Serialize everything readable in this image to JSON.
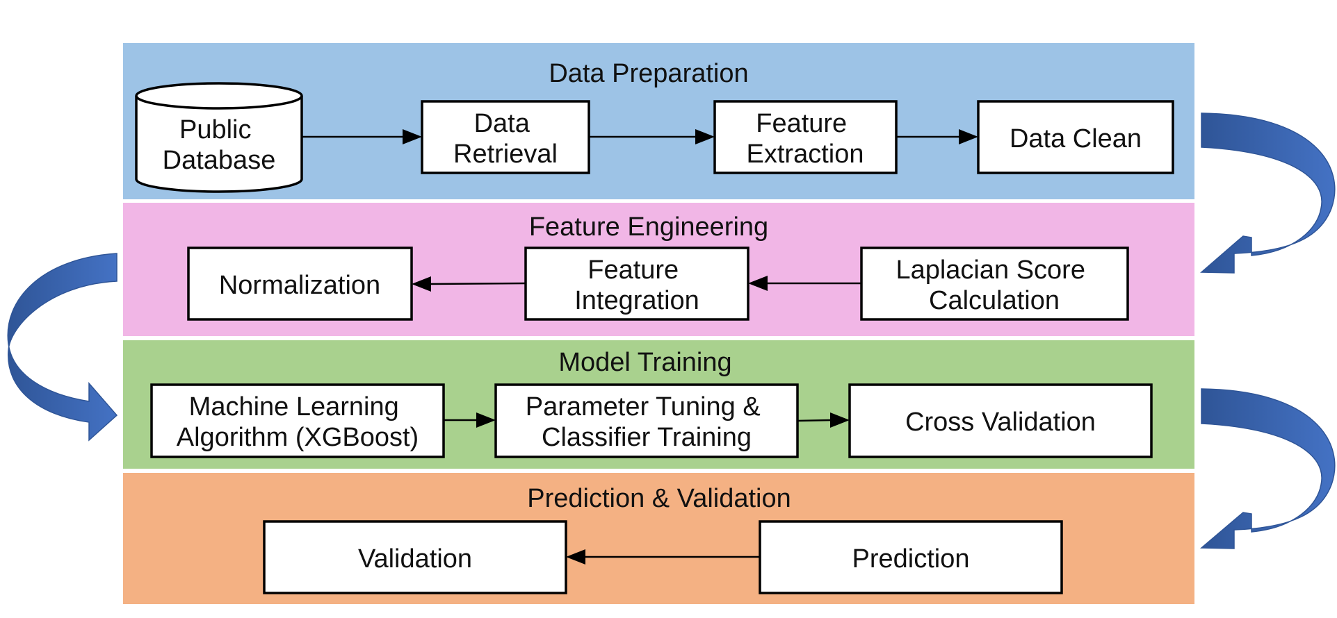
{
  "colors": {
    "data_preparation": "#9dc3e6",
    "feature_engineering": "#f1b6e6",
    "model_training": "#a9d18e",
    "prediction_validation": "#f4b183",
    "flow_arrow": "#4472c4",
    "flow_arrow_dark": "#2f5597"
  },
  "bands": [
    {
      "title": "Data Preparation",
      "steps": [
        [
          "Public",
          "Database"
        ],
        [
          "Data",
          "Retrieval"
        ],
        [
          "Feature",
          "Extraction"
        ],
        [
          "Data Clean"
        ]
      ]
    },
    {
      "title": "Feature Engineering",
      "steps": [
        [
          "Normalization"
        ],
        [
          "Feature",
          "Integration"
        ],
        [
          "Laplacian Score",
          "Calculation"
        ]
      ]
    },
    {
      "title": "Model Training",
      "steps": [
        [
          "Machine Learning",
          "Algorithm (XGBoost)"
        ],
        [
          "Parameter Tuning &",
          "Classifier Training"
        ],
        [
          "Cross Validation"
        ]
      ]
    },
    {
      "title": "Prediction & Validation",
      "steps": [
        [
          "Validation"
        ],
        [
          "Prediction"
        ]
      ]
    }
  ]
}
